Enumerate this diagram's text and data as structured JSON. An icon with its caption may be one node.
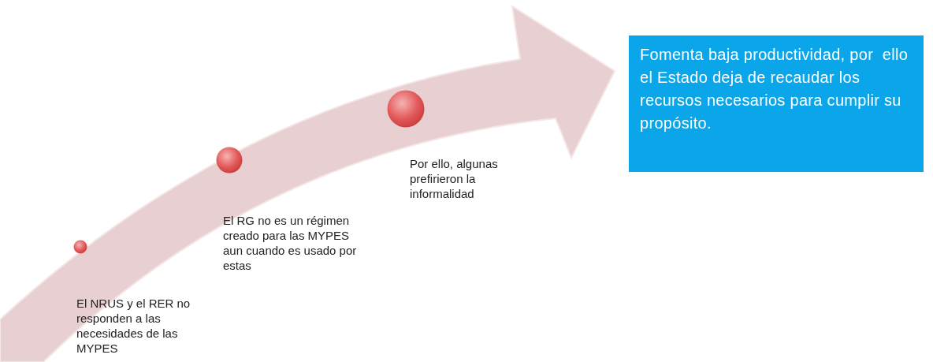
{
  "diagram": {
    "nodes": [
      {
        "text": [],
        "shape": "circle",
        "beside": [
          "El NRUS y el RER no responden a las necesidades de las MYPES"
        ]
      },
      {
        "text": [],
        "shape": "circle",
        "beside": [
          "El RG no es un régimen creado para las MYPES aun cuando es usado por estas"
        ]
      },
      {
        "text": [],
        "shape": "circle",
        "beside": [
          "Por ello, algunas prefirieron la informalidad"
        ]
      },
      {
        "text": [
          "Fomenta baja productividad, por  ello el Estado deja de recaudar los recursos necesarios para cumplir su propósito."
        ]
      }
    ]
  }
}
